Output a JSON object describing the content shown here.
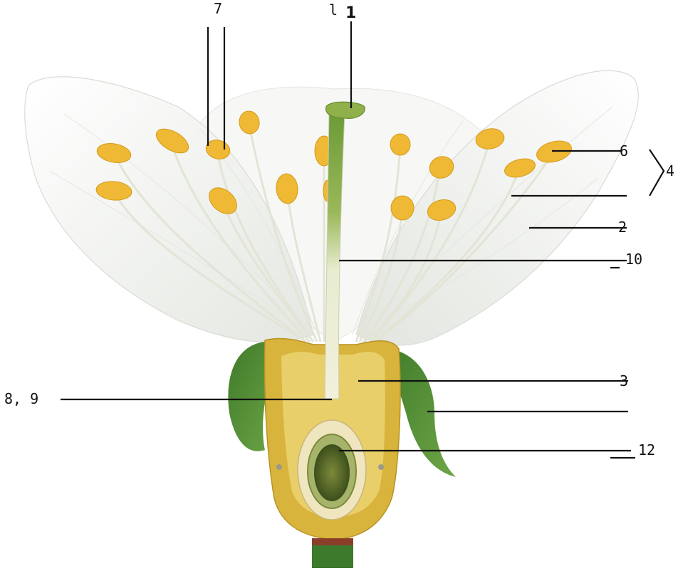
{
  "labels": {
    "l1": "1",
    "l1_stub": "l",
    "l2": "2",
    "l3": "3",
    "l4": "4",
    "l6": "6",
    "l7": "7",
    "l8_9": "8, 9",
    "l10": "10",
    "l12": "12"
  },
  "colors": {
    "petal": "#f4f5f2",
    "petal_edge": "#d9dcd6",
    "anther": "#f0b935",
    "filament": "#eef0e4",
    "style_green": "#6c9a37",
    "style_pale": "#e8ecd0",
    "stigma": "#8fb04a",
    "receptacle": "#d9b43c",
    "ovary_wall": "#e6d9a6",
    "ovule": "#5a6f2b",
    "sepal": "#4e8a32",
    "stem": "#3e7a2c",
    "stem_band": "#8a3e2a",
    "leader_line": "#111111"
  },
  "icons": [
    "flower-cross-section-illustration"
  ]
}
